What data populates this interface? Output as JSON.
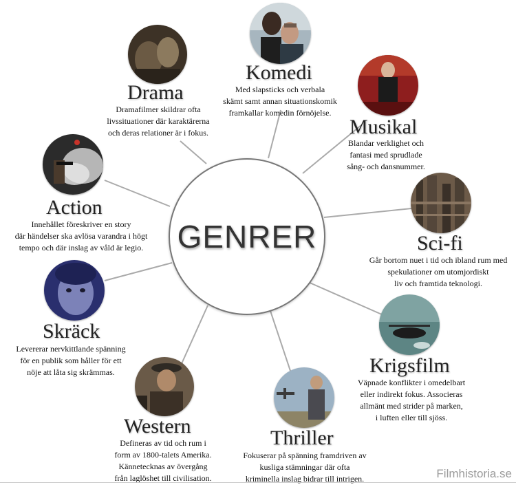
{
  "center": {
    "title": "GENRER"
  },
  "genres": {
    "komedi": {
      "title": "Komedi",
      "lines": [
        "Med slapsticks och verbala",
        "skämt samt annan situationskomik",
        "framkallar komedin förnöjelse."
      ]
    },
    "drama": {
      "title": "Drama",
      "lines": [
        "Dramafilmer skildrar ofta",
        "livssituationer där karaktärerna",
        "och deras relationer är i fokus."
      ]
    },
    "musikal": {
      "title": "Musikal",
      "lines": [
        "Blandar verklighet och",
        "fantasi med sprudlade",
        "sång- och dansnummer."
      ]
    },
    "action": {
      "title": "Action",
      "lines": [
        "Innehållet föreskriver en story",
        "där händelser ska avlösa varandra i högt",
        "tempo och där inslag av våld är legio."
      ]
    },
    "scifi": {
      "title": "Sci-fi",
      "lines": [
        "Går bortom nuet i tid och ibland rum med",
        "spekulationer om utomjordiskt",
        "liv och framtida teknologi."
      ]
    },
    "skrack": {
      "title": "Skräck",
      "lines": [
        "Levererar nervkittlande spänning",
        "för en publik som håller för ett",
        "nöje att låta sig skrämmas."
      ]
    },
    "krigsfilm": {
      "title": "Krigsfilm",
      "lines": [
        "Väpnade konflikter i omedelbart",
        "eller indirekt fokus. Associeras",
        "allmänt med strider på marken,",
        "i luften eller till sjöss."
      ]
    },
    "western": {
      "title": "Western",
      "lines": [
        "Defineras av tid och rum i",
        "form av 1800-talets Amerika.",
        "Kännetecknas av övergång",
        "från laglöshet till civilisation."
      ]
    },
    "thriller": {
      "title": "Thriller",
      "lines": [
        "Fokuserar på spänning framdriven av",
        "kusliga stämningar där ofta",
        "kriminella inslag bidrar till intrigen."
      ]
    }
  },
  "watermark": "Filmhistoria.se"
}
